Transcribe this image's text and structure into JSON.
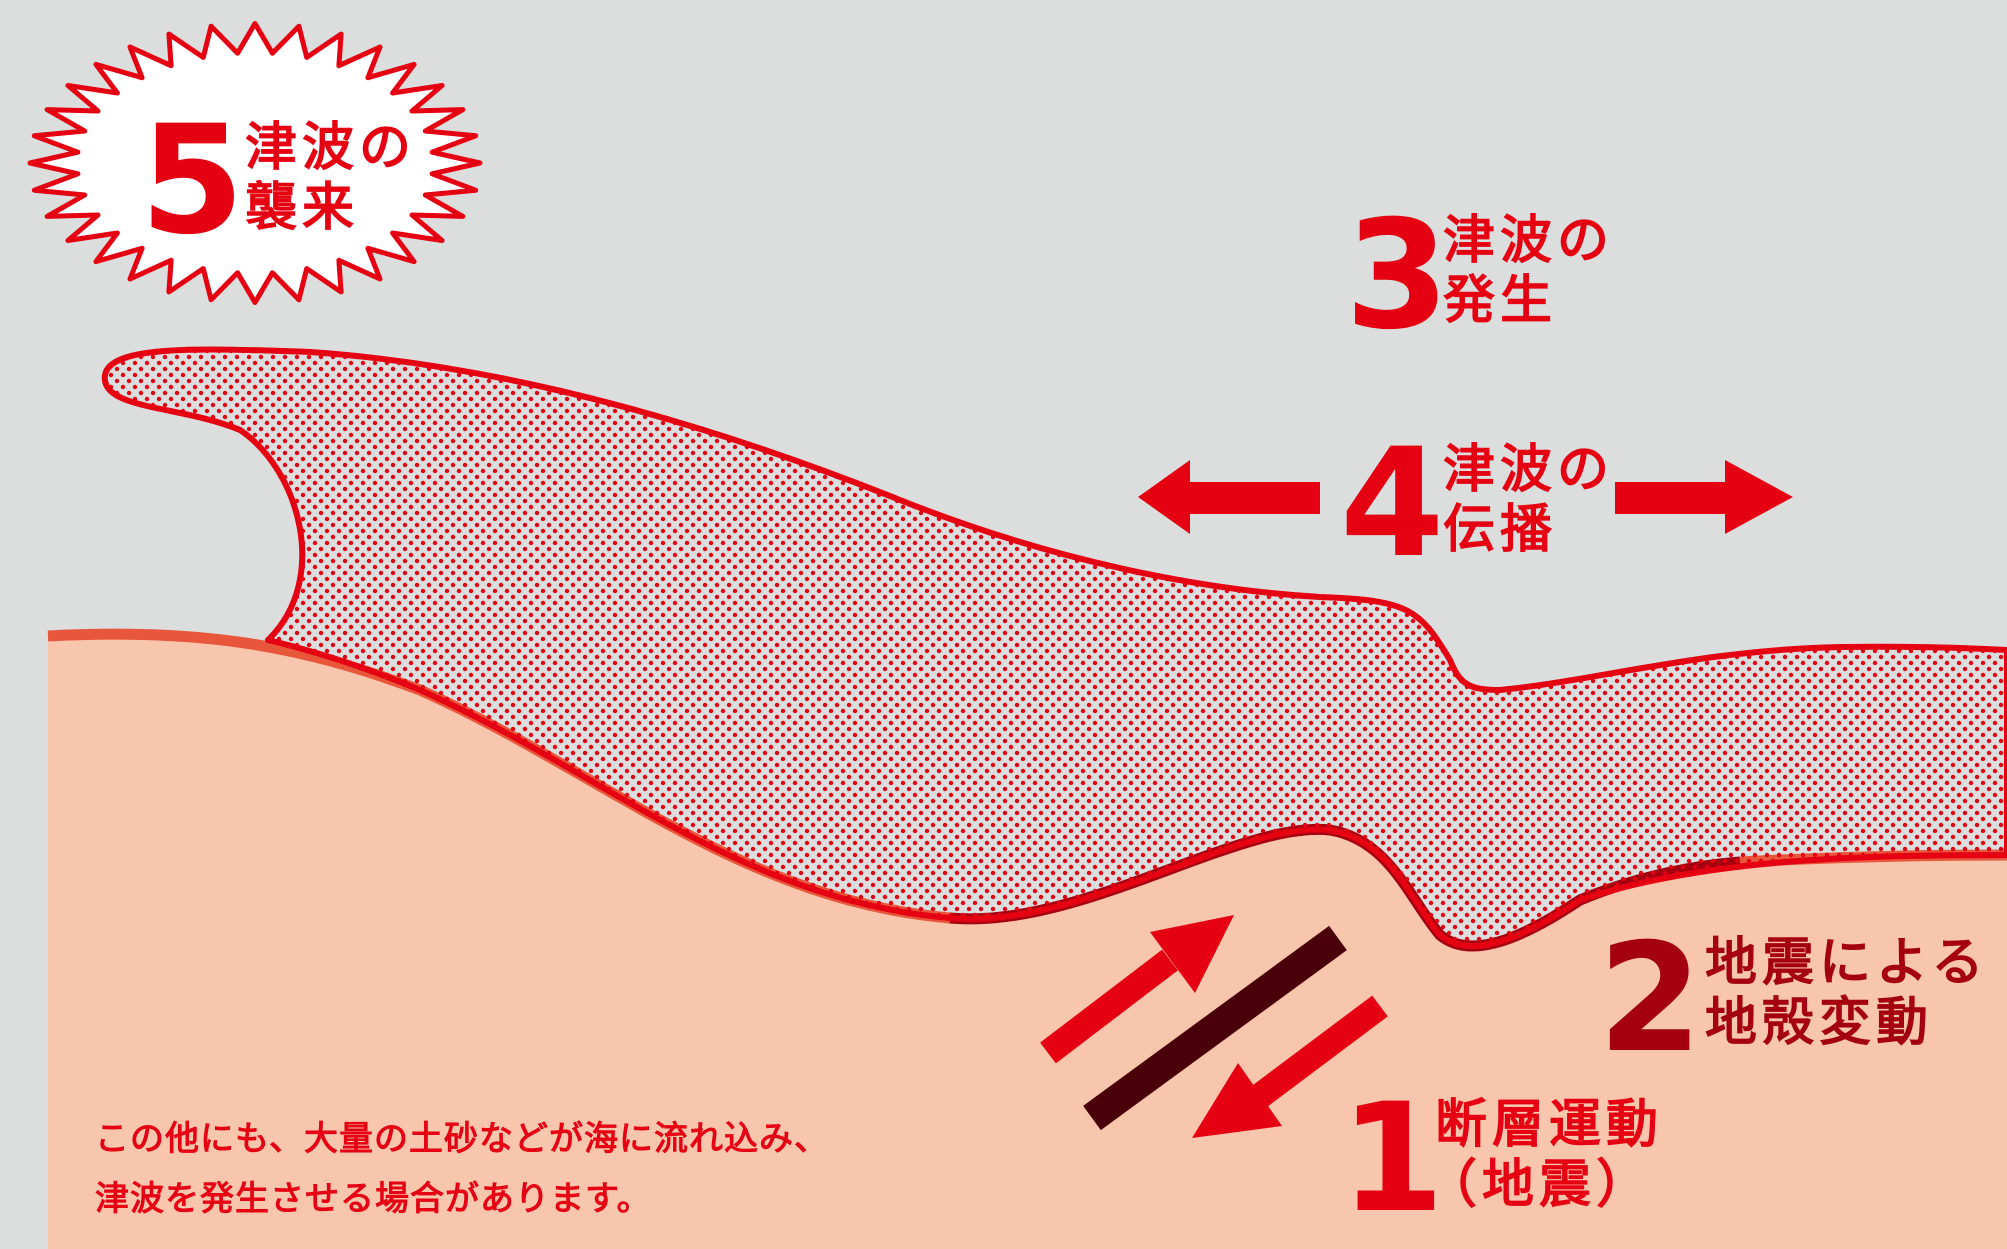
{
  "colors": {
    "background": "#dcdddd",
    "land": "#f8c5ad",
    "land_edge": "#e8563b",
    "red": "#e50012",
    "dark_red": "#a5000f",
    "fault": "#4a0008"
  },
  "steps": [
    {
      "number": "1",
      "line1": "断層運動",
      "line2": "（地震）",
      "icon": "opposing-arrows-icon"
    },
    {
      "number": "2",
      "line1": "地震による",
      "line2": "地殻変動"
    },
    {
      "number": "3",
      "line1": "津波の",
      "line2": "発生"
    },
    {
      "number": "4",
      "line1": "津波の",
      "line2": "伝播",
      "icon": "left-right-arrows-icon"
    },
    {
      "number": "5",
      "line1": "津波の",
      "line2": "襲来",
      "icon": "starburst-icon"
    }
  ],
  "note": {
    "line1": "この他にも、大量の土砂などが海に流れ込み、",
    "line2": "津波を発生させる場合があります。"
  }
}
